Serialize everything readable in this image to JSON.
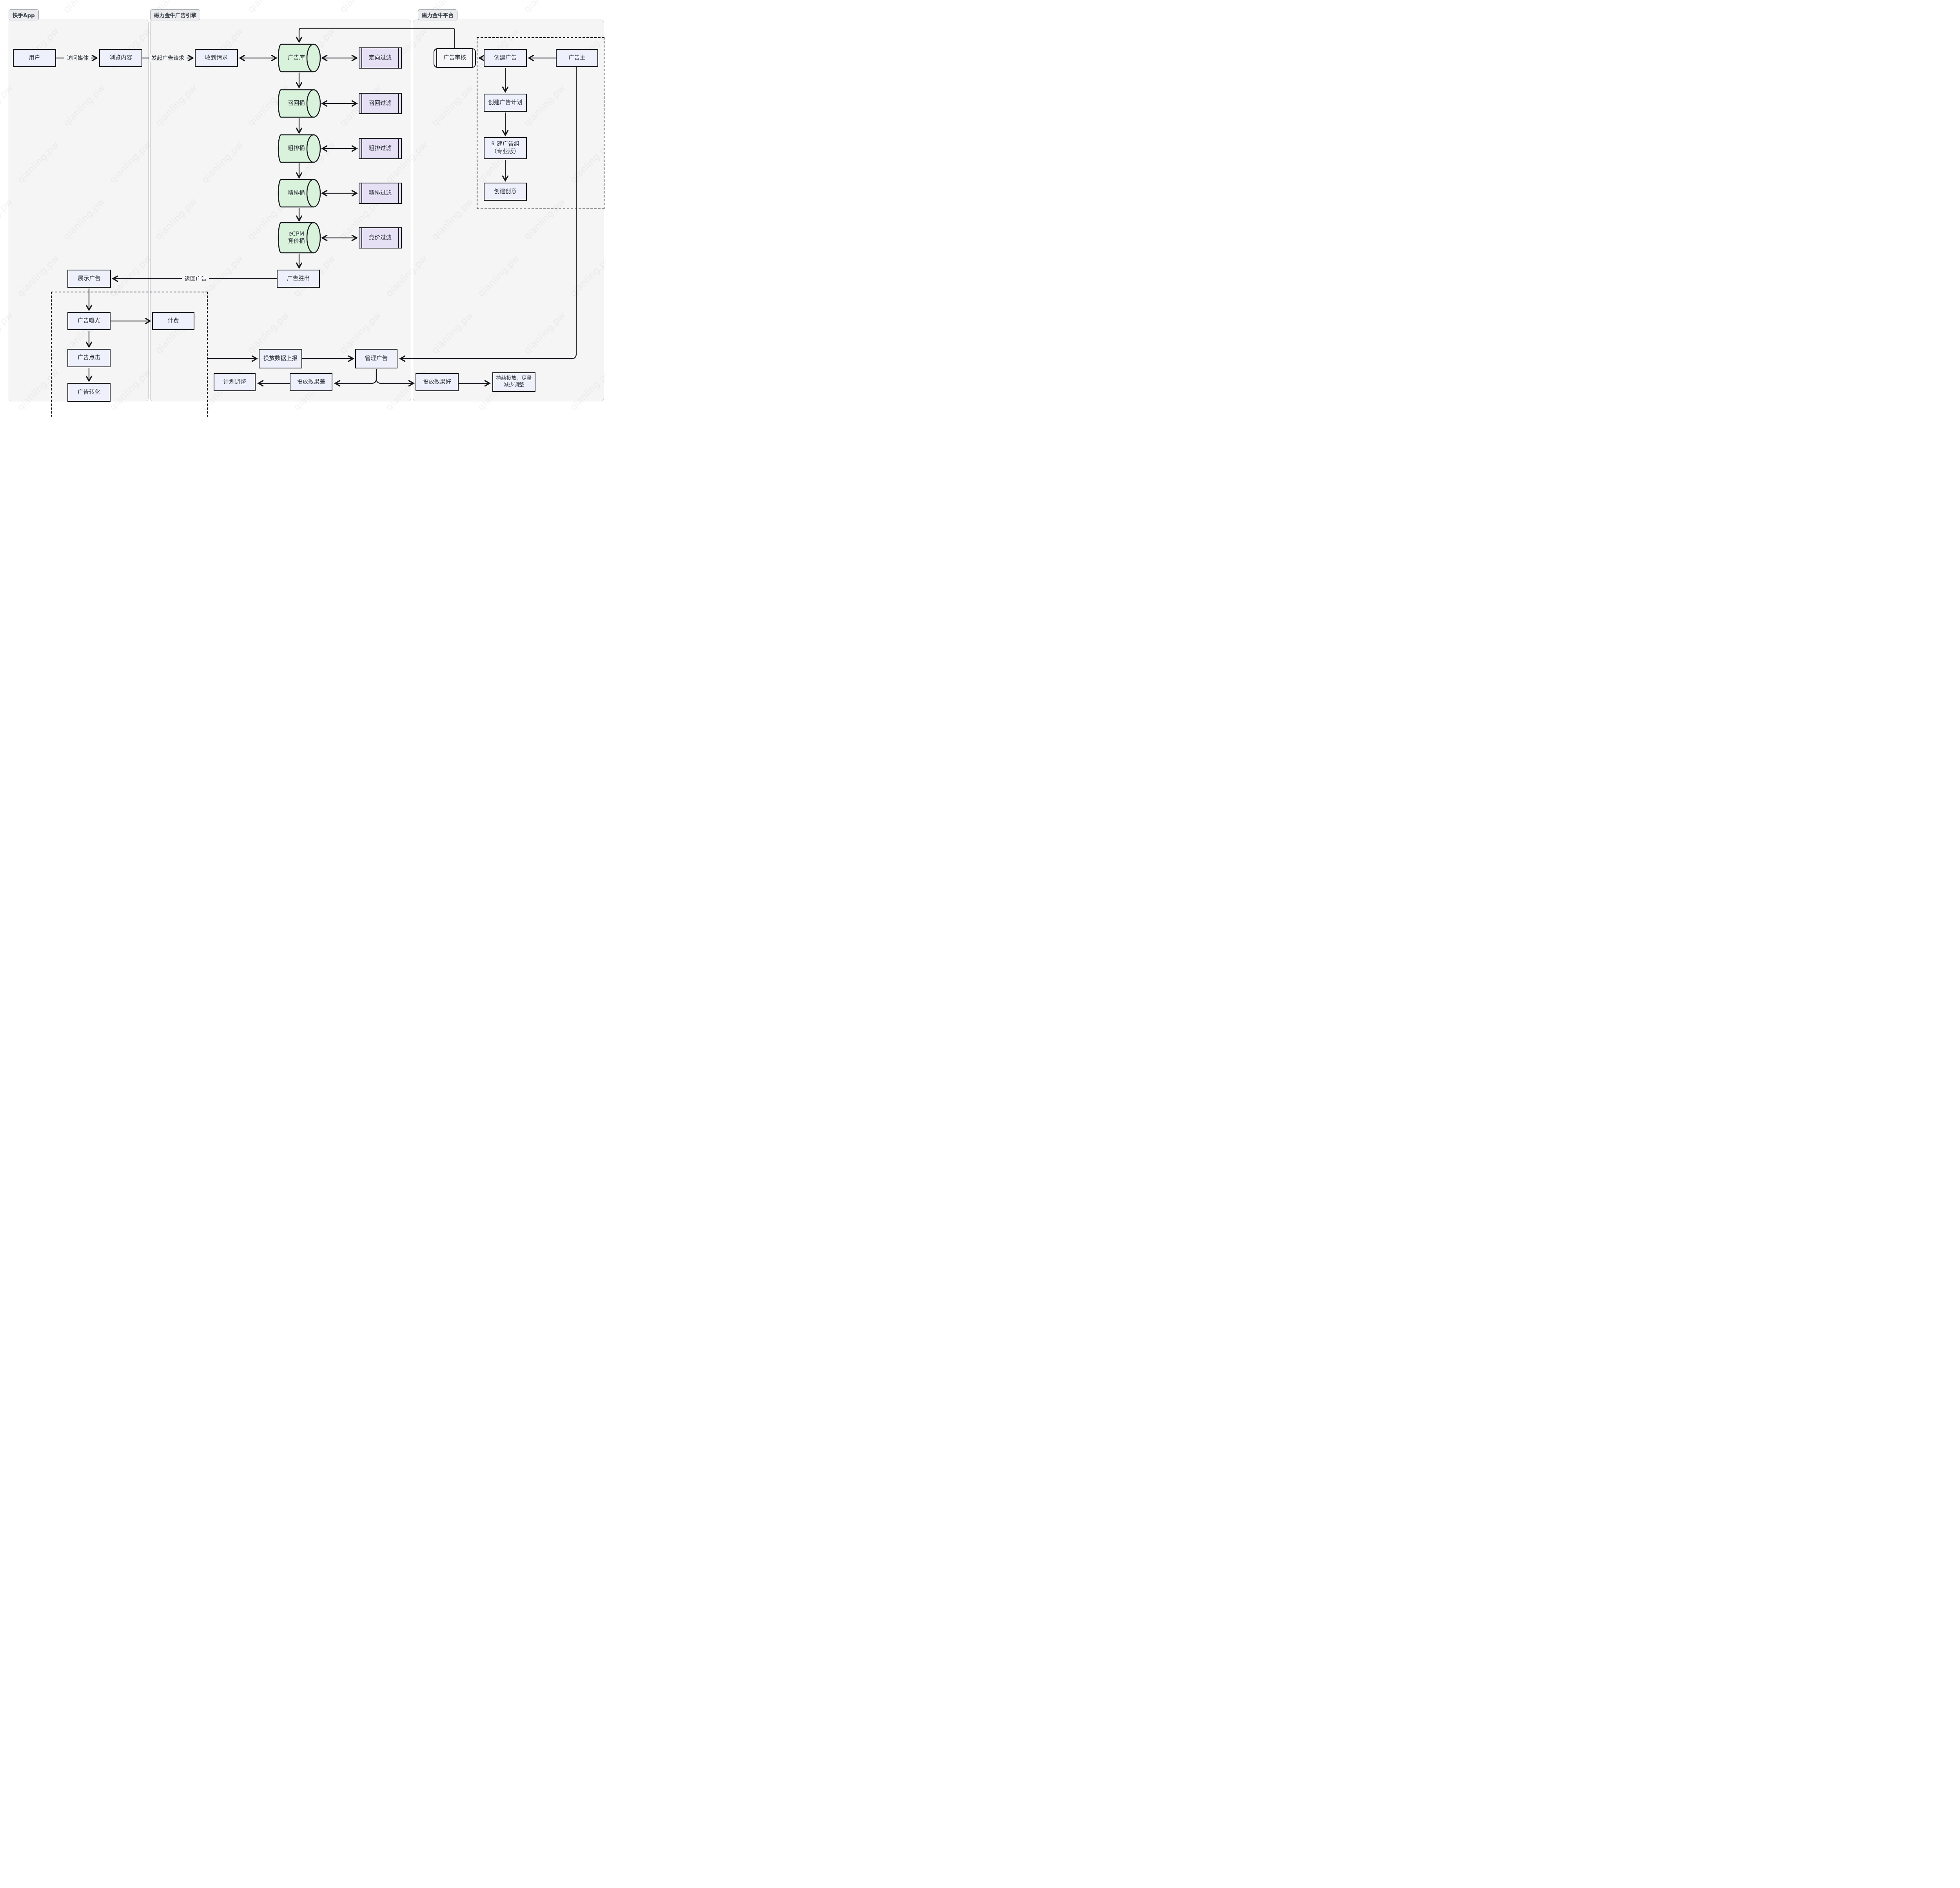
{
  "watermark": {
    "text": "qianling.pw"
  },
  "colors": {
    "node_fill": "#eef1fb",
    "cylinder_fill": "#d9f2dc",
    "filter_fill": "#e6e0f5",
    "lane_fill": "#f5f5f6",
    "stroke": "#17181c",
    "lane_border": "#c6c8cc",
    "text": "#2e333b"
  },
  "lanes": {
    "kuaishou_app": {
      "label": "快手App"
    },
    "ad_engine": {
      "label": "磁力金牛广告引擎"
    },
    "platform": {
      "label": "磁力金牛平台"
    }
  },
  "nodes": {
    "user": {
      "label": "用户"
    },
    "browse_content": {
      "label": "浏览内容"
    },
    "receive_request": {
      "label": "收到请求"
    },
    "ad_library": {
      "label": "广告库"
    },
    "targeting_filter": {
      "label": "定向过滤"
    },
    "recall_bucket": {
      "label": "召回桶"
    },
    "recall_filter": {
      "label": "召回过滤"
    },
    "coarse_rank_bucket": {
      "label": "粗排桶"
    },
    "coarse_rank_filter": {
      "label": "粗排过滤"
    },
    "fine_rank_bucket": {
      "label": "精排桶"
    },
    "fine_rank_filter": {
      "label": "精排过滤"
    },
    "ecpm_bid_bucket": {
      "label": "eCPM\n竞价桶"
    },
    "bid_filter": {
      "label": "竞价过滤"
    },
    "ad_win": {
      "label": "广告胜出"
    },
    "show_ad": {
      "label": "展示广告"
    },
    "ad_exposure": {
      "label": "广告曝光"
    },
    "billing": {
      "label": "计费"
    },
    "ad_click": {
      "label": "广告点击"
    },
    "ad_conversion": {
      "label": "广告转化"
    },
    "report_delivery_data": {
      "label": "投放数据上报"
    },
    "manage_ad": {
      "label": "管理广告"
    },
    "plan_adjust": {
      "label": "计划调整"
    },
    "poor_delivery_effect": {
      "label": "投放效果差"
    },
    "good_delivery_effect": {
      "label": "投放效果好"
    },
    "keep_delivering": {
      "label": "持续投放，尽量\n减少调整"
    },
    "ad_review": {
      "label": "广告审核"
    },
    "create_ad": {
      "label": "创建广告"
    },
    "advertiser": {
      "label": "广告主"
    },
    "create_ad_plan": {
      "label": "创建广告计划"
    },
    "create_ad_group": {
      "label": "创建广告组\n（专业版）"
    },
    "create_creative": {
      "label": "创建创意"
    }
  },
  "edge_labels": {
    "visit_media": "访问媒体",
    "launch_ad_request": "发起广告请求",
    "return_ad": "返回广告"
  }
}
